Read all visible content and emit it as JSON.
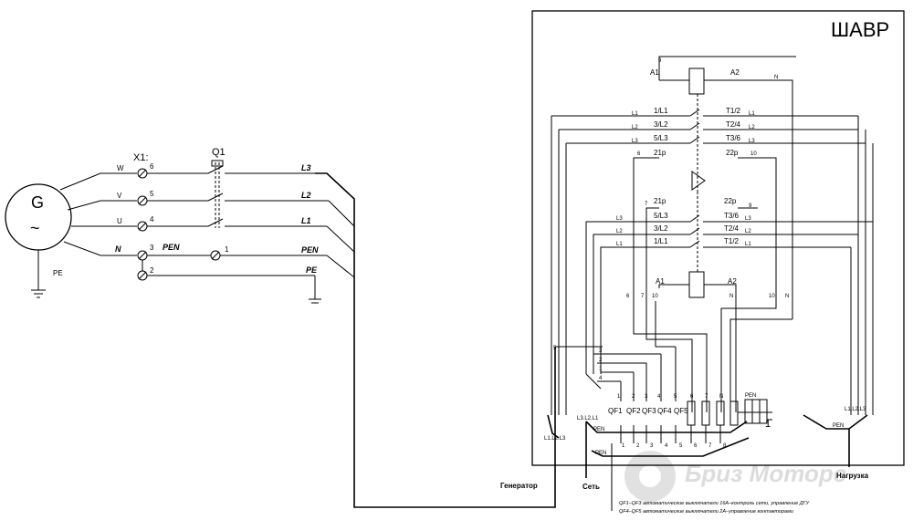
{
  "cabinet": {
    "title": "ШАВР"
  },
  "generator": {
    "symbol": "G",
    "wave": "~",
    "pe": "PE"
  },
  "terminal_block": {
    "name": "X1:",
    "phases": [
      {
        "wire": "W",
        "num": "6"
      },
      {
        "wire": "V",
        "num": "5"
      },
      {
        "wire": "U",
        "num": "4"
      }
    ],
    "neutral": {
      "wire": "N",
      "num": "3",
      "label": "PEN"
    },
    "pe_num": "2",
    "aux_num": "1"
  },
  "breaker": {
    "name": "Q1"
  },
  "outputs": [
    "L3",
    "L2",
    "L1",
    "PEN",
    "PE"
  ],
  "contactor_top": {
    "coil": [
      "A1",
      "A2"
    ],
    "n_label": "N",
    "num9": "9",
    "rows": [
      {
        "left_in": "L1",
        "left": "1/L1",
        "right": "T1/2",
        "right_out": "L1"
      },
      {
        "left_in": "L2",
        "left": "3/L2",
        "right": "T2/4",
        "right_out": "L2"
      },
      {
        "left_in": "L3",
        "left": "5/L3",
        "right": "T3/6",
        "right_out": "L3"
      }
    ],
    "aux": {
      "num_left": "6",
      "left": "21p",
      "right": "22p",
      "num_right": "10"
    }
  },
  "contactor_bottom": {
    "aux": {
      "num_left": "7",
      "left": "21p",
      "right": "22p",
      "num_right": "9"
    },
    "rows": [
      {
        "left_in": "L3",
        "left": "5/L3",
        "right": "T3/6",
        "right_out": "L3"
      },
      {
        "left_in": "L2",
        "left": "3/L2",
        "right": "T2/4",
        "right_out": "L2"
      },
      {
        "left_in": "L1",
        "left": "1/L1",
        "right": "T1/2",
        "right_out": "L1"
      }
    ],
    "coil": [
      "A1",
      "A2"
    ],
    "bottom_labels": [
      "6",
      "7",
      "10",
      "N",
      "10",
      "N"
    ]
  },
  "qf_group": {
    "breakers": [
      "QF1",
      "QF2",
      "QF3",
      "QF4",
      "QF5"
    ],
    "top_nums": [
      "1",
      "2",
      "3",
      "4",
      "5",
      "6",
      "7",
      "N"
    ],
    "bottom_nums": [
      "1",
      "2",
      "3",
      "4",
      "5",
      "6",
      "7",
      "8"
    ],
    "left_nums": [
      "5",
      "3",
      "2",
      "1",
      "4"
    ],
    "bus_labels": [
      "L3.L2.L1",
      "PEN",
      "PEN",
      "PEN",
      "L1.L2.L3",
      "L1.L2.L3"
    ],
    "pen_box": "PEN",
    "one": "1"
  },
  "captions": {
    "generator": "Генератор",
    "mains": "Сеть",
    "load": "Нагрузка"
  },
  "notes": [
    "QF1–QF3 автоматические выключатели 16А–контроль сети, управление ДГУ",
    "QF4–QF5 автоматические выключатели 2А–управление контакторами"
  ],
  "watermark": "Бриз Моторс"
}
